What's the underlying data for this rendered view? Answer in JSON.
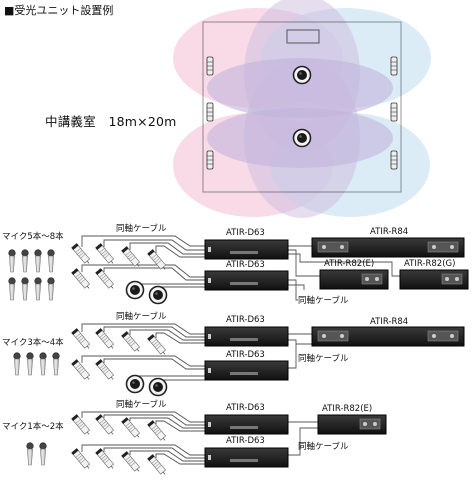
{
  "header": {
    "title": "■受光ユニット設置例"
  },
  "room": {
    "label": "中講義室　18m×20m"
  },
  "colors": {
    "pink_zone": "#f2b8cf",
    "blue_zone": "#b8d8ef",
    "purple_overlap": "#c9b6dd",
    "unit_body": "#1a1a1a",
    "cable": "#555555"
  },
  "labels": {
    "coax_cable": "同軸ケーブル",
    "atir_d63": "ATIR-D63",
    "atir_r84": "ATIR-R84",
    "atir_r82_e": "ATIR-R82(E)",
    "atir_r82_g": "ATIR-R82(G)"
  },
  "groups": [
    {
      "mic_label": "マイク5本～8本"
    },
    {
      "mic_label": "マイク3本～4本"
    },
    {
      "mic_label": "マイク1本～2本"
    }
  ]
}
